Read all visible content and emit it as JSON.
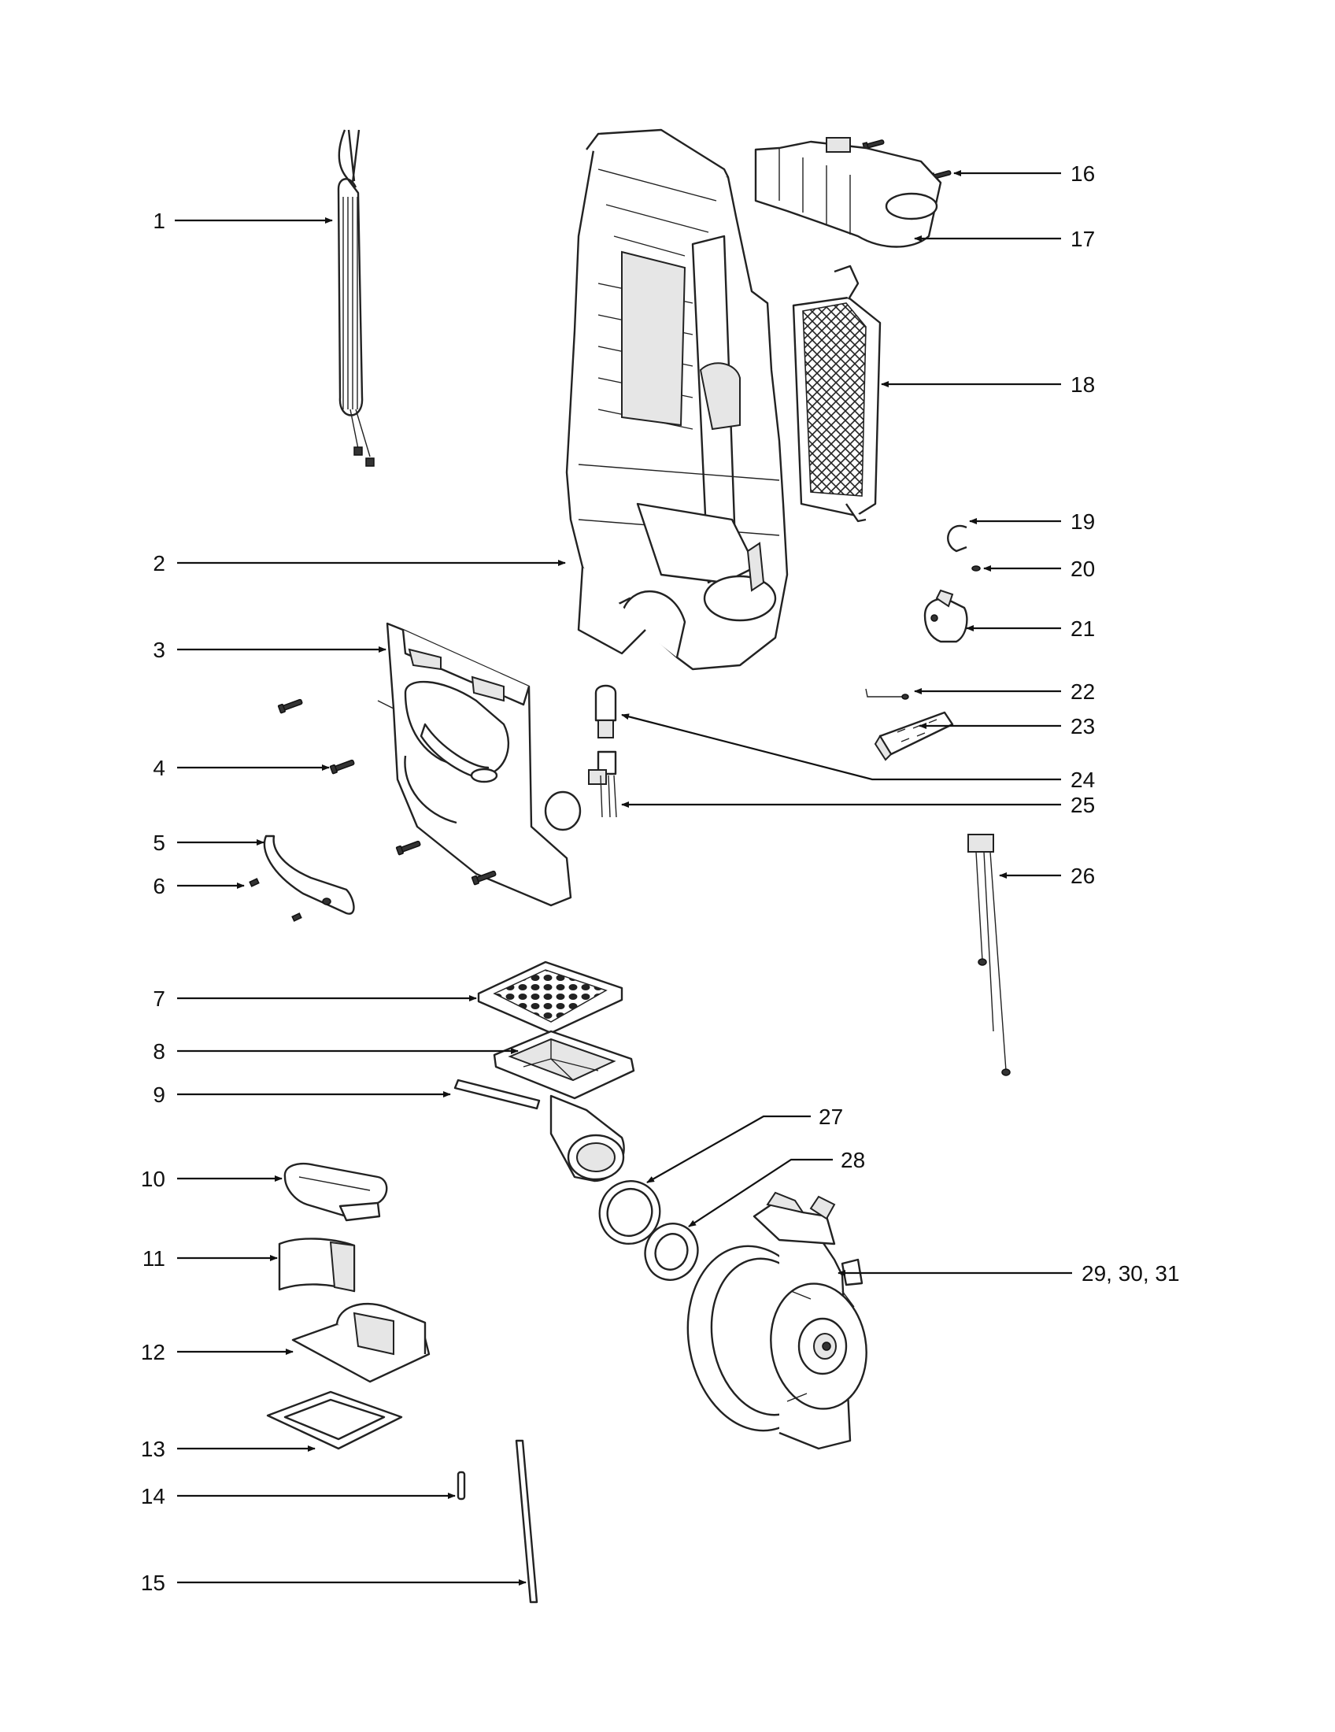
{
  "callouts": [
    {
      "id": "1",
      "label": "1"
    },
    {
      "id": "2",
      "label": "2"
    },
    {
      "id": "3",
      "label": "3"
    },
    {
      "id": "4",
      "label": "4"
    },
    {
      "id": "5",
      "label": "5"
    },
    {
      "id": "6",
      "label": "6"
    },
    {
      "id": "7",
      "label": "7"
    },
    {
      "id": "8",
      "label": "8"
    },
    {
      "id": "9",
      "label": "9"
    },
    {
      "id": "10",
      "label": "10"
    },
    {
      "id": "11",
      "label": "11"
    },
    {
      "id": "12",
      "label": "12"
    },
    {
      "id": "13",
      "label": "13"
    },
    {
      "id": "14",
      "label": "14"
    },
    {
      "id": "15",
      "label": "15"
    },
    {
      "id": "16",
      "label": "16"
    },
    {
      "id": "17",
      "label": "17"
    },
    {
      "id": "18",
      "label": "18"
    },
    {
      "id": "19",
      "label": "19"
    },
    {
      "id": "20",
      "label": "20"
    },
    {
      "id": "21",
      "label": "21"
    },
    {
      "id": "22",
      "label": "22"
    },
    {
      "id": "23",
      "label": "23"
    },
    {
      "id": "24",
      "label": "24"
    },
    {
      "id": "25",
      "label": "25"
    },
    {
      "id": "26",
      "label": "26"
    },
    {
      "id": "27",
      "label": "27"
    },
    {
      "id": "28",
      "label": "28"
    },
    {
      "id": "29-30-31",
      "label": "29, 30, 31"
    }
  ]
}
